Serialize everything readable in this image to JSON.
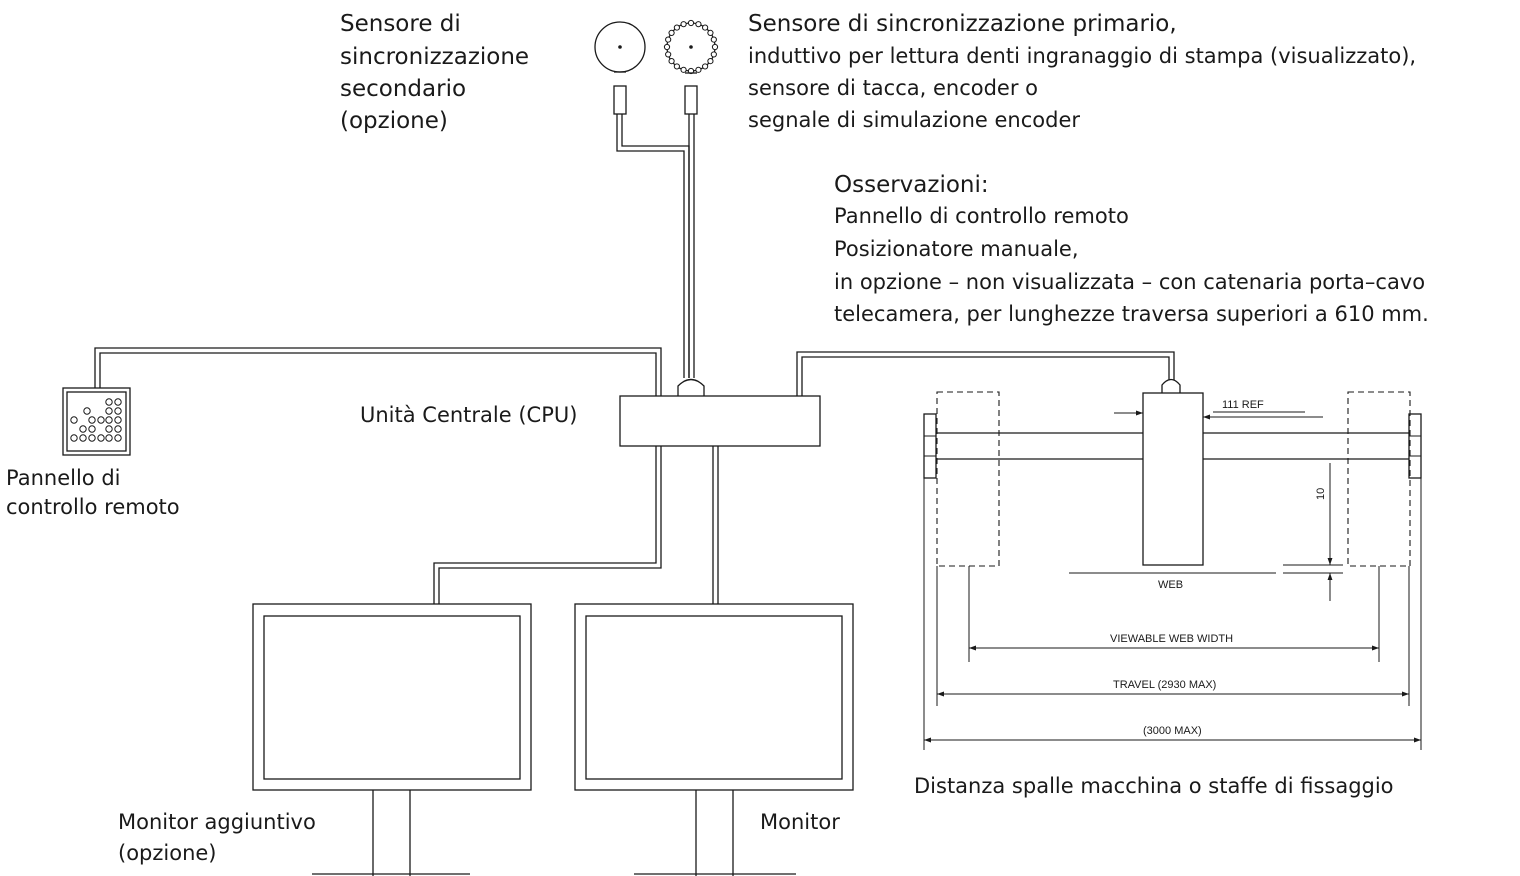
{
  "labels": {
    "secondary_sensor": [
      "Sensore di",
      "sincronizzazione",
      "secondario",
      "(opzione)"
    ],
    "primary_sensor": [
      "Sensore di sincronizzazione primario,",
      "induttivo per lettura denti ingranaggio di stampa (visualizzato),",
      "sensore di tacca, encoder o",
      "segnale di simulazione encoder"
    ],
    "notes_title": "Osservazioni:",
    "notes": [
      "Pannello di controllo remoto",
      "Posizionatore manuale,",
      "in opzione – non visualizzata – con catenaria porta–cavo",
      "telecamera, per lunghezze traversa superiori a 610 mm."
    ],
    "cpu": "Unità Centrale (CPU)",
    "remote_panel": [
      "Pannello di",
      "controllo remoto"
    ],
    "extra_monitor": [
      "Monitor aggiuntivo",
      "(opzione)"
    ],
    "monitor": "Monitor",
    "machine_distance": "Distanza spalle macchina o staffe di fissaggio"
  },
  "dimensions": {
    "ref": "111 REF",
    "gap": "10",
    "web": "WEB",
    "viewable": "VIEWABLE  WEB  WIDTH",
    "travel": "TRAVEL  (2930 MAX)",
    "overall": "(3000 MAX)"
  }
}
